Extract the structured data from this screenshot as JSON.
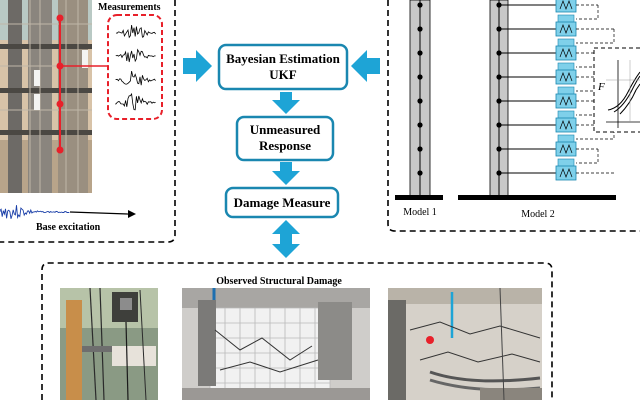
{
  "left_panel": {
    "measurements_label": "Measurements",
    "base_excitation_label": "Base excitation"
  },
  "flow": {
    "bayesian_line1": "Bayesian Estimation",
    "bayesian_line2": "UKF",
    "unmeasured_line1": "Unmeasured",
    "unmeasured_line2": "Response",
    "damage_measure": "Damage Measure"
  },
  "right_panel": {
    "model1_label": "Model 1",
    "model2_label": "Model 2",
    "inset_axis_label": "F"
  },
  "bottom_panel": {
    "title": "Observed Structural Damage"
  },
  "colors": {
    "accent_blue": "#1ea4d6",
    "box_border": "#1a87b0",
    "box_fill": "#ffffff",
    "dashed_red": "#e8202a",
    "column_gray": "#c8c8c8",
    "spring_blue": "#7fd0ea"
  }
}
